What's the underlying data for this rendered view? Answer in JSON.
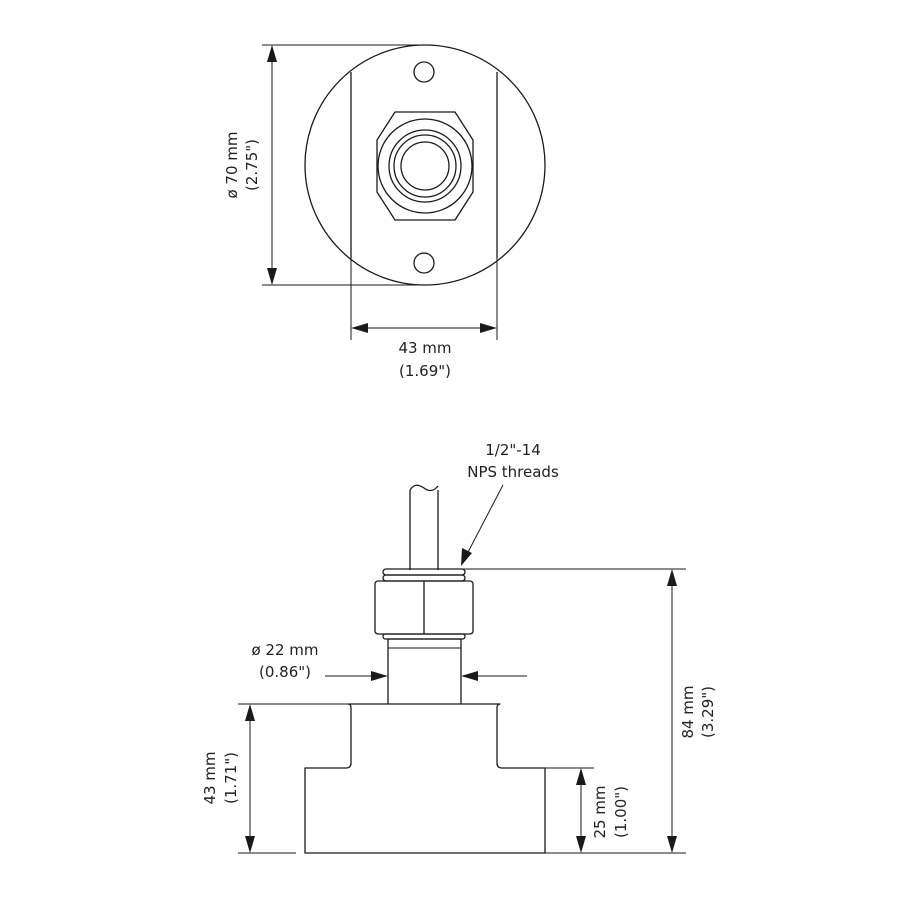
{
  "top_view": {
    "diameter_label": "ø 70 mm",
    "diameter_label_in": "(2.75\")",
    "width_label": "43 mm",
    "width_label_in": "(1.69\")"
  },
  "side_view": {
    "thread_label_line1": "1/2\"-14",
    "thread_label_line2": "NPS threads",
    "stem_diameter_label": "ø 22 mm",
    "stem_diameter_label_in": "(0.86\")",
    "total_height_label": "84 mm",
    "total_height_label_in": "(3.29\")",
    "body_height_label": "43 mm",
    "body_height_label_in": "(1.71\")",
    "base_height_label": "25 mm",
    "base_height_label_in": "(1.00\")"
  }
}
